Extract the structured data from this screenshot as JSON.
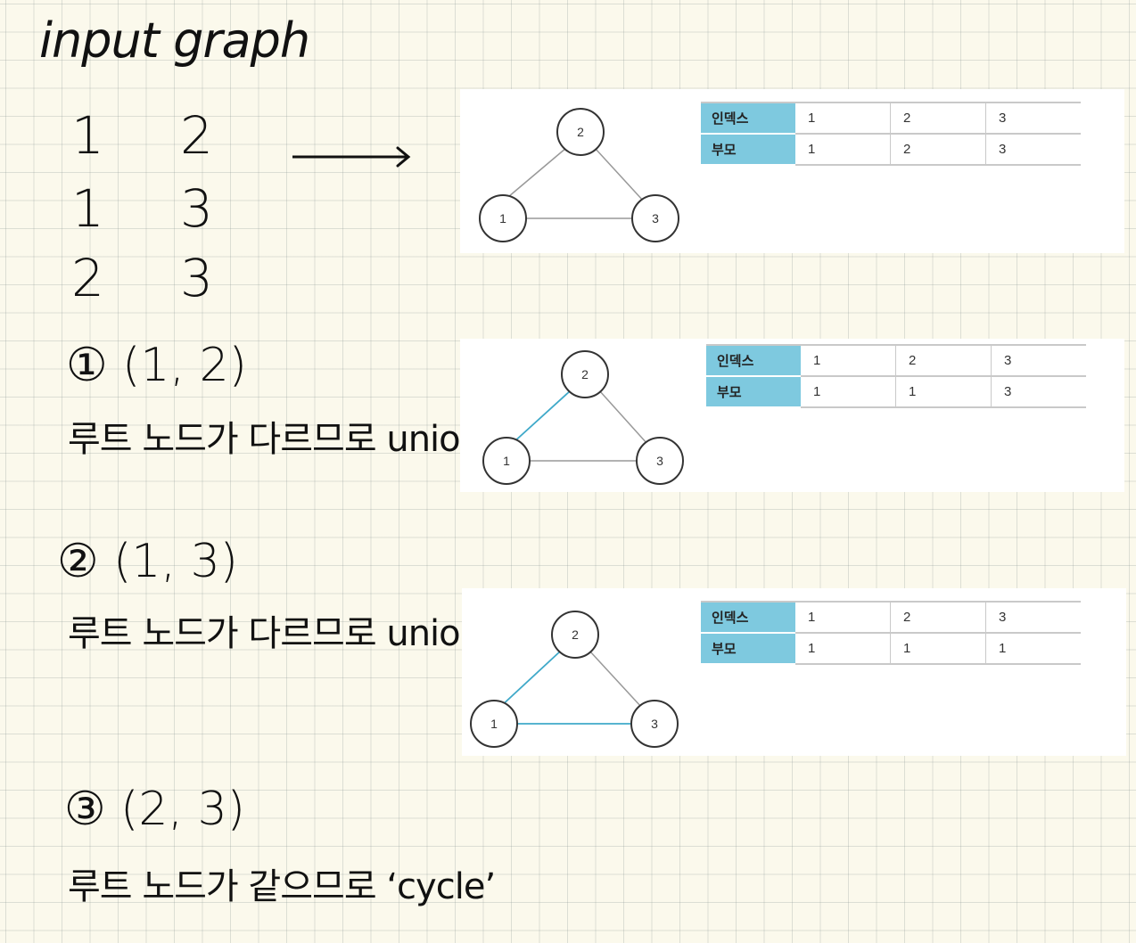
{
  "title": "input graph",
  "edges": [
    [
      "1",
      "2"
    ],
    [
      "1",
      "3"
    ],
    [
      "2",
      "3"
    ]
  ],
  "steps": [
    {
      "label": "① (1, 2)",
      "note": "루트 노드가 다르므로 union"
    },
    {
      "label": "② (1, 3)",
      "note": "루트 노드가 다르므로 union"
    },
    {
      "label": "③ (2, 3)",
      "note": "루트 노드가 같으므로 ‘cycle’"
    }
  ],
  "table_headers": {
    "index": "인덱스",
    "parent": "부모"
  },
  "node_labels": [
    "1",
    "2",
    "3"
  ],
  "panels": [
    {
      "index": [
        "1",
        "2",
        "3"
      ],
      "parent": [
        "1",
        "2",
        "3"
      ],
      "highlighted_edges": []
    },
    {
      "index": [
        "1",
        "2",
        "3"
      ],
      "parent": [
        "1",
        "1",
        "3"
      ],
      "highlighted_edges": [
        "1-2"
      ]
    },
    {
      "index": [
        "1",
        "2",
        "3"
      ],
      "parent": [
        "1",
        "1",
        "1"
      ],
      "highlighted_edges": [
        "1-2",
        "1-3"
      ]
    }
  ],
  "colors": {
    "highlight_edge": "#3fa9c9",
    "header_fill": "#7ec9df",
    "paper": "#fbf9ec"
  }
}
